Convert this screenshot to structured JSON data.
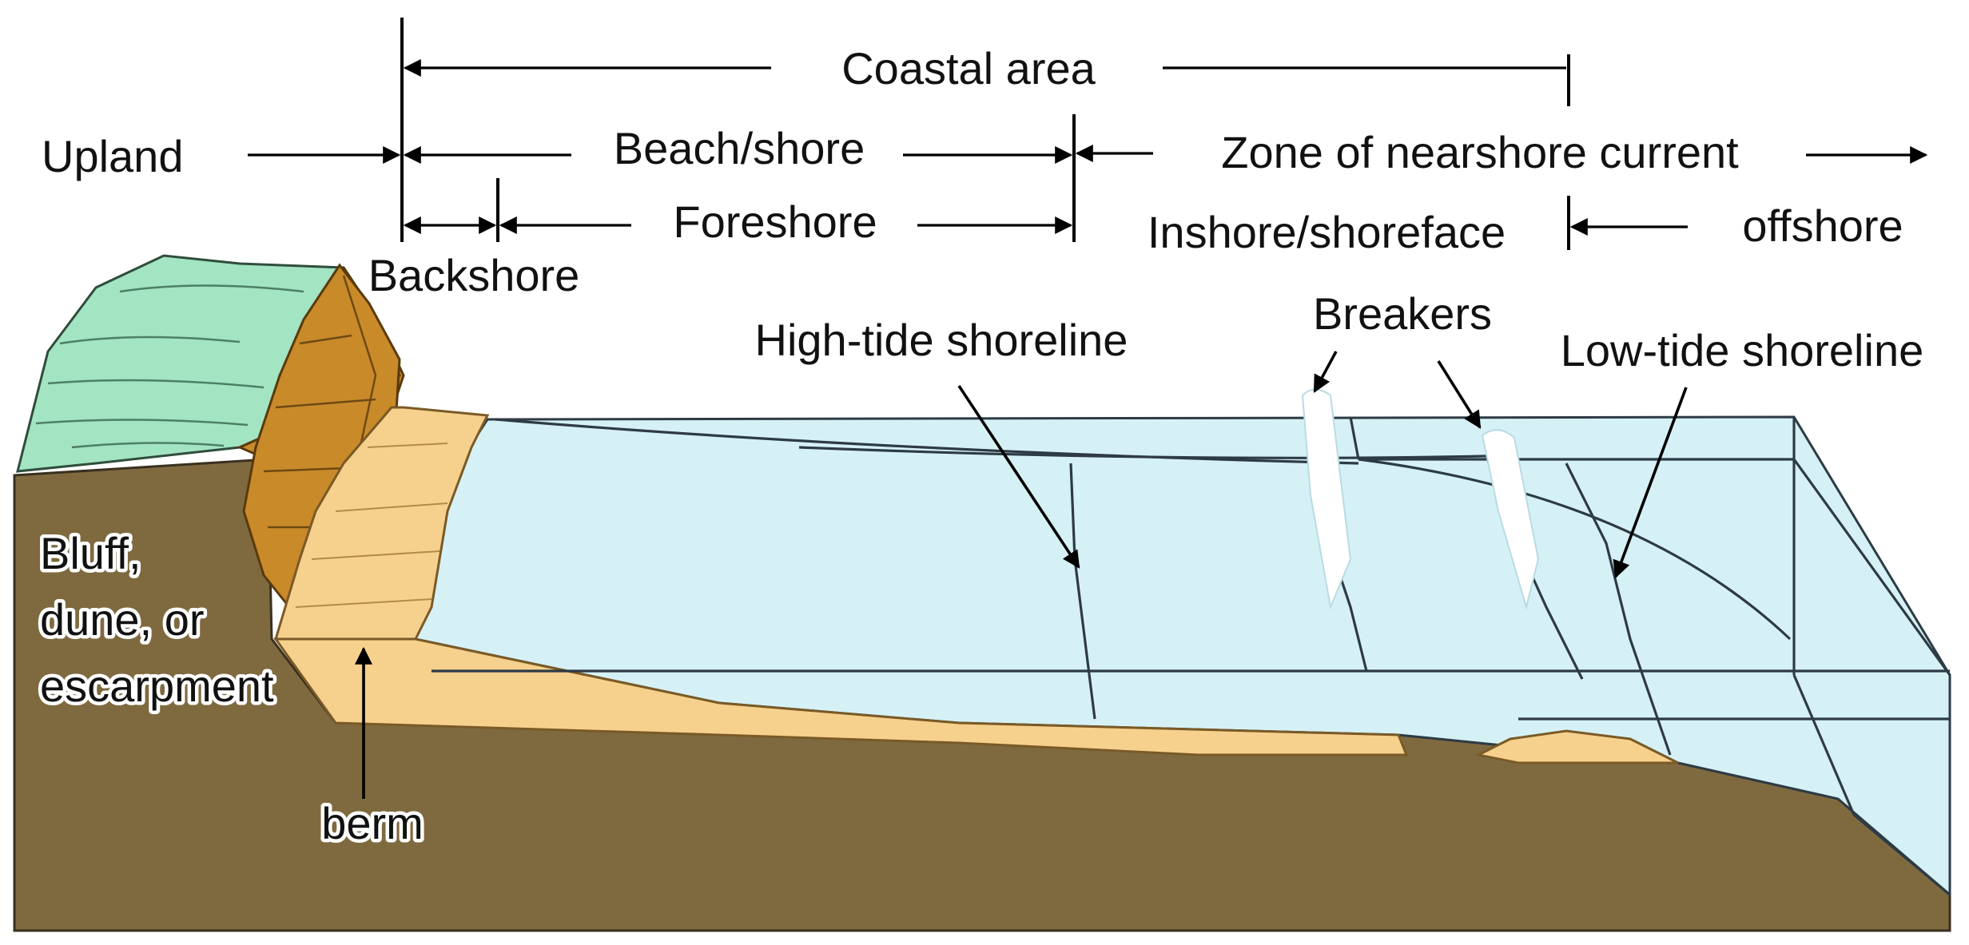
{
  "labels": {
    "coastal_area": "Coastal area",
    "upland": "Upland",
    "beach_shore": "Beach/shore",
    "zone_nearshore": "Zone of nearshore current",
    "foreshore": "Foreshore",
    "inshore_shoreface": "Inshore/shoreface",
    "offshore": "offshore",
    "backshore": "Backshore",
    "high_tide": "High-tide shoreline",
    "breakers": "Breakers",
    "low_tide": "Low-tide shoreline",
    "bluff_line1": "Bluff,",
    "bluff_line2": "dune, or",
    "bluff_line3": "escarpment",
    "berm": "berm"
  },
  "colors": {
    "vegetation": "#a3e4c2",
    "bluff_face": "#c98a2a",
    "sand": "#f6d18e",
    "water": "#d6f1f6",
    "ground": "#7f6a40",
    "outline": "#2d3b44"
  }
}
